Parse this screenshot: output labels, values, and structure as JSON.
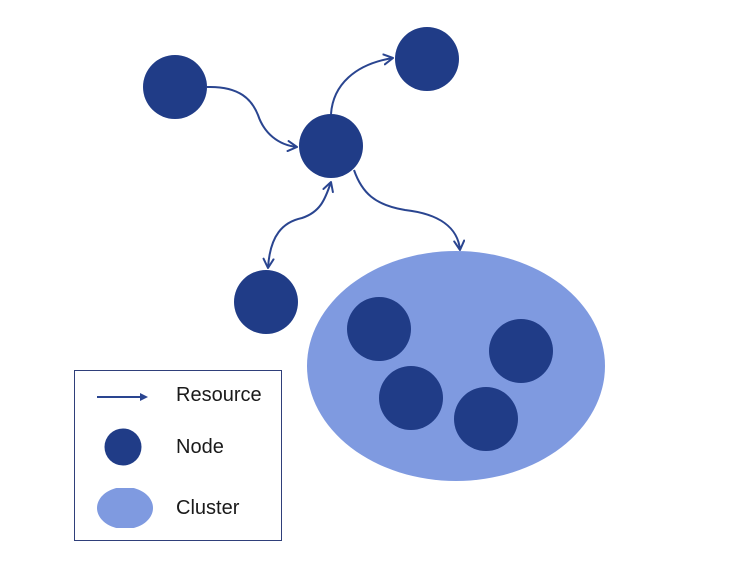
{
  "colors": {
    "node": "#203c87",
    "cluster": "#7f9ae0",
    "edge": "#2a4590",
    "legend_border": "#2f3f7a",
    "background": "#ffffff"
  },
  "nodes": [
    {
      "id": "node-top-left",
      "role": "source"
    },
    {
      "id": "node-hub",
      "role": "hub"
    },
    {
      "id": "node-top-right",
      "role": "target"
    },
    {
      "id": "node-lower-left",
      "role": "peer"
    }
  ],
  "cluster": {
    "id": "cluster-main",
    "member_count": 4
  },
  "edges": [
    {
      "from": "node-top-left",
      "to": "node-hub",
      "direction": "forward"
    },
    {
      "from": "node-hub",
      "to": "node-top-right",
      "direction": "forward"
    },
    {
      "from": "node-hub",
      "to": "node-lower-left",
      "direction": "bidirectional"
    },
    {
      "from": "node-hub",
      "to": "cluster-main",
      "direction": "forward"
    }
  ],
  "legend": {
    "items": [
      {
        "symbol": "arrow-icon",
        "label": "Resource"
      },
      {
        "symbol": "node-circle-icon",
        "label": "Node"
      },
      {
        "symbol": "cluster-ellipse-icon",
        "label": "Cluster"
      }
    ]
  }
}
